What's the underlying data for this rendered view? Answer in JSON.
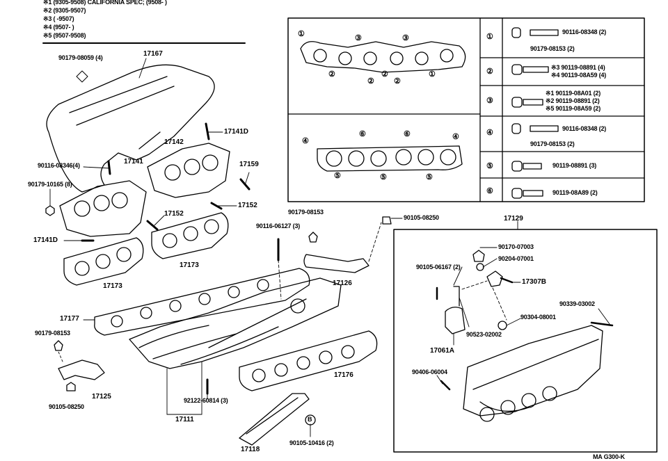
{
  "notes": [
    "※1 (9305-9508) CALIFORNIA  SPEC; (9508-      )",
    "※2 (9305-9507)",
    "※3 (         -9507)",
    "※4 (9507-         )",
    "※5 (9507-9508)"
  ],
  "legend": {
    "row1": {
      "marker": "①",
      "parts": [
        "90116-08348 (2)",
        "90179-08153 (2)"
      ]
    },
    "row2": {
      "marker": "②",
      "parts": [
        "※3 90119-08891 (4)",
        "※4 90119-08A59 (4)"
      ]
    },
    "row3": {
      "marker": "③",
      "parts": [
        "※1 90119-08A01 (2)",
        "※2 90119-08891 (2)",
        "※5 90119-08A59 (2)"
      ]
    },
    "row4": {
      "marker": "④",
      "parts": [
        "90116-08348 (2)",
        "90179-08153 (2)"
      ]
    },
    "row5": {
      "marker": "⑤",
      "parts": [
        "90119-08891 (3)"
      ]
    },
    "row6": {
      "marker": "⑥",
      "parts": [
        "90119-08A89 (2)"
      ]
    }
  },
  "gasket_markers": {
    "upper": [
      "①",
      "③",
      "③",
      "②",
      "②",
      "②",
      "②",
      "①"
    ],
    "lower": [
      "④",
      "⑥",
      "⑥",
      "④",
      "⑤",
      "⑤",
      "⑤"
    ]
  },
  "part_labels": {
    "p90179_08059": "90179-08059 (4)",
    "p17167": "17167",
    "p17141D_top": "17141D",
    "p17142": "17142",
    "p90116_08346": "90116-08346(4)",
    "p17141": "17141",
    "p17159": "17159",
    "p90179_10165": "90179-10165 (8)",
    "p17152_a": "17152",
    "p17152_b": "17152",
    "p17141D_left": "17141D",
    "p17173_a": "17173",
    "p17173_b": "17173",
    "p90179_08153_a": "90179-08153",
    "p90116_06127": "90116-06127 (3)",
    "p90105_08250_a": "90105-08250",
    "p17129": "17129",
    "p17126": "17126",
    "p90170_07003": "90170-07003",
    "p90204_07001": "90204-07001",
    "p90105_06167": "90105-06167 (2)",
    "p17307B": "17307B",
    "p90339_03002": "90339-03002",
    "p90304_08001": "90304-08001",
    "p90523_02002": "90523-02002",
    "p17061A": "17061A",
    "p17177": "17177",
    "p90179_08153_b": "90179-08153",
    "p17176": "17176",
    "p90406_06004": "90406-06004",
    "p17125": "17125",
    "p90105_08250_b": "90105-08250",
    "p92122_60814": "92122-60814 (3)",
    "p17111": "17111",
    "p90105_10416": "90105-10416 (2)",
    "p17118": "17118",
    "callout_b": "B",
    "footer": "MA  G300-K"
  }
}
